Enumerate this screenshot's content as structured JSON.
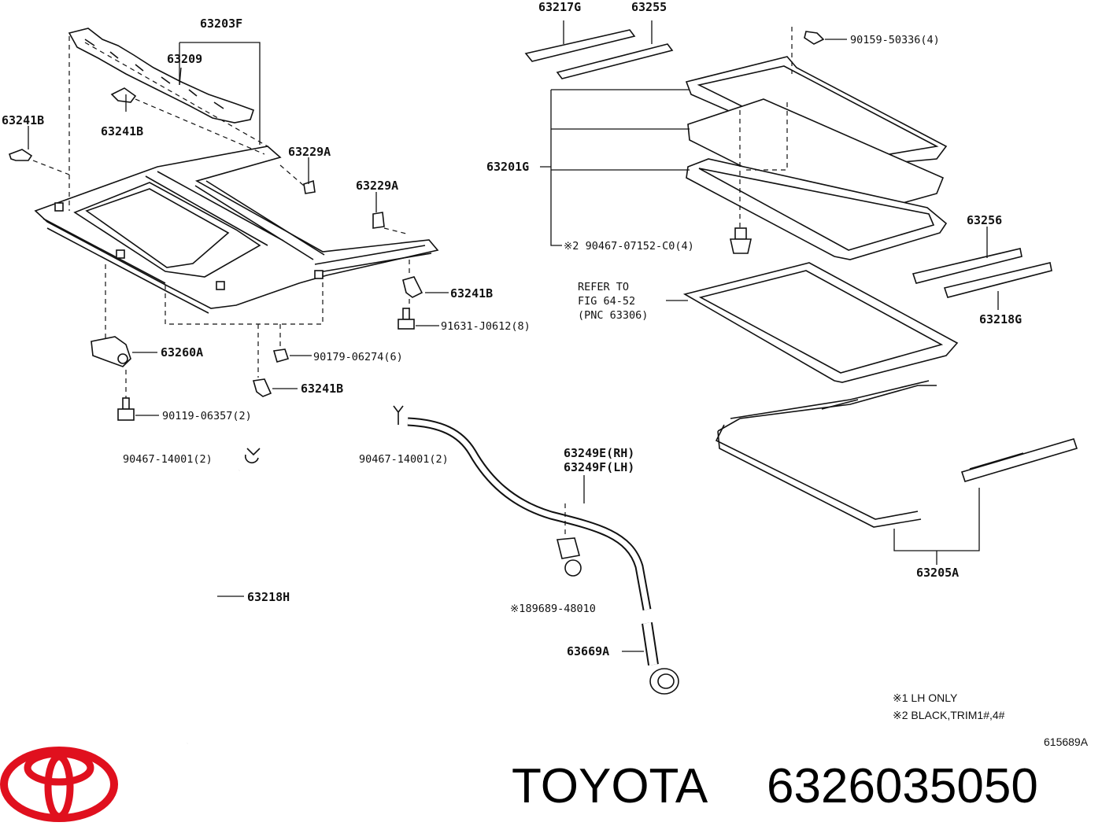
{
  "labels": {
    "p63203F": "63203F",
    "p63209": "63209",
    "p63241B_1": "63241B",
    "p63241B_2": "63241B",
    "p63229A_1": "63229A",
    "p63229A_2": "63229A",
    "p63241B_3": "63241B",
    "p91631": "91631-J0612(8)",
    "p63260A": "63260A",
    "p90179": "90179-06274(6)",
    "p63241B_4": "63241B",
    "p90119": "90119-06357(2)",
    "p90467_left": "90467-14001(2)",
    "p63218H": "63218H",
    "p90467_mid": "90467-14001(2)",
    "p63249E": "63249E(RH)",
    "p63249F": "63249F(LH)",
    "p189689": "※189689-48010",
    "p63669A": "63669A",
    "p63217G": "63217G",
    "p63255": "63255",
    "p90159": "90159-50336(4)",
    "p63201G": "63201G",
    "p90467_07152": "※2 90467-07152-C0(4)",
    "p63256": "63256",
    "p63218G": "63218G",
    "refer1": "REFER TO",
    "refer2": "FIG 64-52",
    "refer3": "(PNC 63306)",
    "p63205A": "63205A"
  },
  "notes": {
    "note1": "※1 LH ONLY",
    "note2": "※2 BLACK,TRIM1#,4#",
    "figure_code": "615689A"
  },
  "brand": {
    "name": "TOYOTA",
    "part_number": "6326035050",
    "logo_color": "#e0101e"
  }
}
